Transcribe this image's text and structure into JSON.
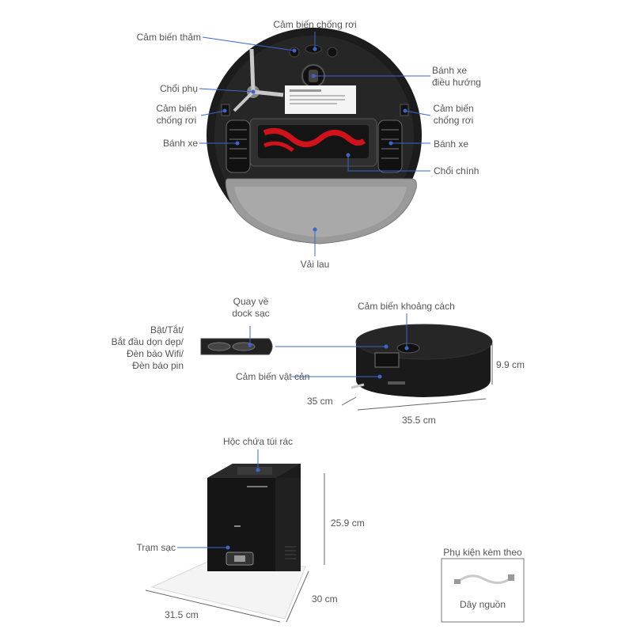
{
  "robot_bottom": {
    "labels": {
      "carpet_sensor": "Cảm biến thảm",
      "cliff_sensor_top": "Cảm biến chống rơi",
      "side_brush": "Chổi phụ",
      "cliff_sensor_left": "Cảm biến\nchống rơi",
      "wheel_left": "Bánh xe",
      "caster_wheel": "Bánh xe\nđiều hướng",
      "cliff_sensor_right": "Cảm biến\nchống rơi",
      "wheel_right": "Bánh xe",
      "main_brush": "Chổi chính",
      "mop_cloth": "Vải lau"
    }
  },
  "robot_side": {
    "labels": {
      "return_dock": "Quay về\ndock sạc",
      "power_button": "Bật/Tắt/\nBắt đầu dọn dẹp/\nĐèn báo Wifi/\nĐèn báo pin",
      "distance_sensor": "Cảm biến khoảng cách",
      "obstacle_sensor": "Cảm biến vật cản"
    },
    "dimensions": {
      "height": "9.9 cm",
      "depth": "35 cm",
      "width": "35.5 cm"
    }
  },
  "dock": {
    "labels": {
      "dust_bin": "Hộc chứa túi rác",
      "charging_base": "Trạm sạc"
    },
    "dimensions": {
      "height": "25.9 cm",
      "depth": "30 cm",
      "width": "31.5 cm"
    }
  },
  "accessories": {
    "title": "Phụ kiện kèm theo",
    "item": "Dây nguồn"
  },
  "colors": {
    "pointer": "#3b67c9",
    "robot_body": "#1a1a1a",
    "brush_red": "#d0121b"
  }
}
